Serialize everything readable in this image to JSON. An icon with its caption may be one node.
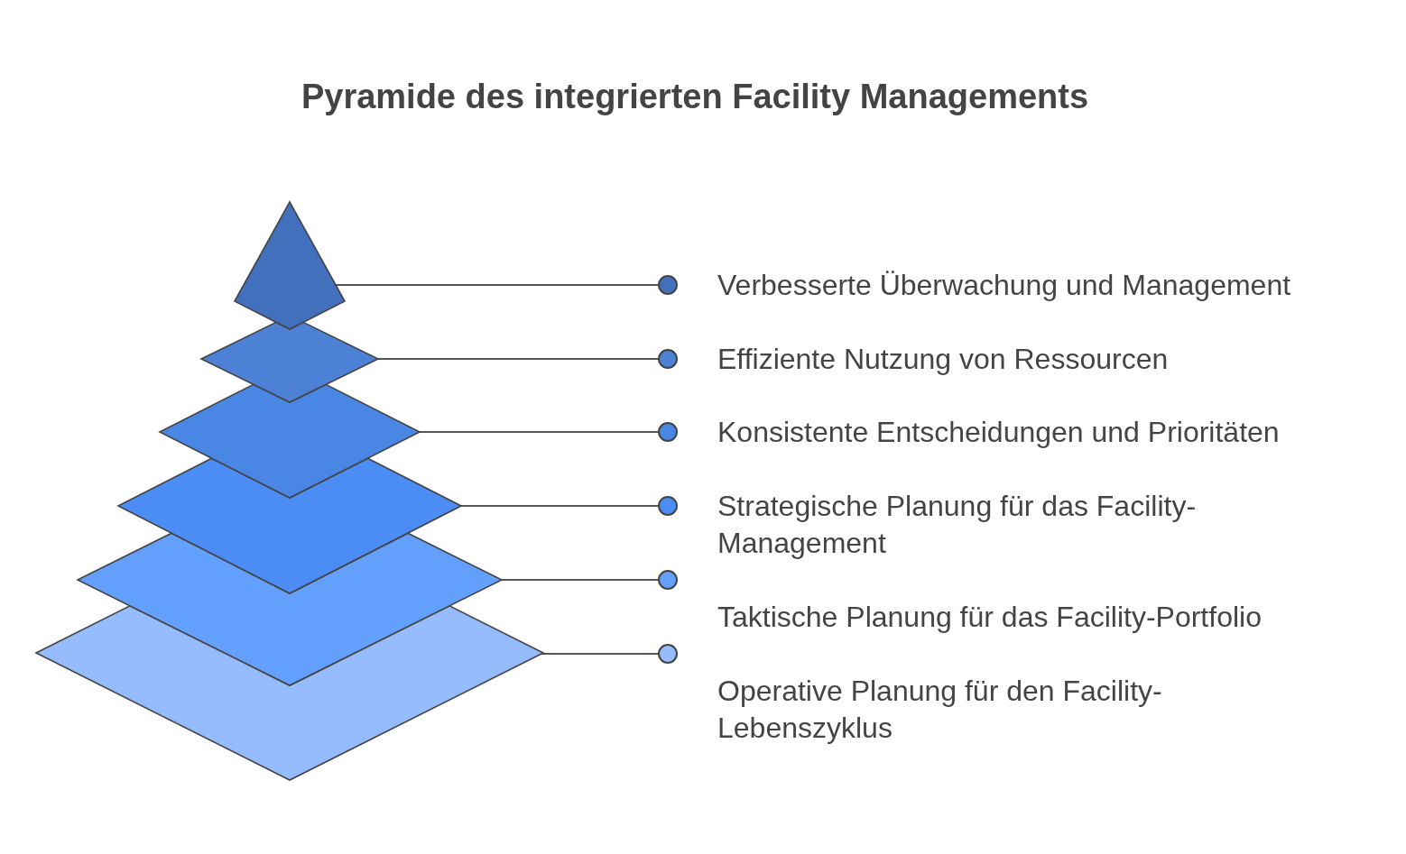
{
  "diagram": {
    "title": "Pyramide des integrierten Facility Managements",
    "nodes": [
      {
        "text": [],
        "shape": "triangle"
      },
      {
        "text": [],
        "shape": "circle",
        "beside": [
          "Verbesserte Überwachung und Management"
        ]
      },
      {
        "text": [],
        "shape": "diamond"
      },
      {
        "text": [],
        "shape": "circle",
        "beside": [
          "Effiziente Nutzung von Ressourcen"
        ]
      },
      {
        "text": [],
        "shape": "diamond"
      },
      {
        "text": [],
        "shape": "circle",
        "beside": [
          "Konsistente Entscheidungen und Prioritäten"
        ]
      },
      {
        "text": [],
        "shape": "diamond"
      },
      {
        "text": [],
        "shape": "circle",
        "beside": [
          "Strategische Planung für das Facility-Management"
        ]
      },
      {
        "text": [],
        "shape": "diamond"
      },
      {
        "text": [],
        "shape": "circle",
        "beside": [
          "Taktische Planung für das Facility-Portfolio"
        ]
      },
      {
        "text": [],
        "shape": "diamond"
      },
      {
        "text": [],
        "shape": "circle",
        "beside": [
          "Operative Planung für den Facility-Lebenszyklus"
        ]
      }
    ],
    "edges": [
      {
        "from": 0,
        "to": 1,
        "arrow": "none"
      },
      {
        "from": 2,
        "to": 3,
        "arrow": "none"
      },
      {
        "from": 4,
        "to": 5,
        "arrow": "none"
      },
      {
        "from": 6,
        "to": 7,
        "arrow": "none"
      },
      {
        "from": 8,
        "to": 9,
        "arrow": "none"
      },
      {
        "from": 10,
        "to": 11,
        "arrow": "none"
      }
    ]
  }
}
